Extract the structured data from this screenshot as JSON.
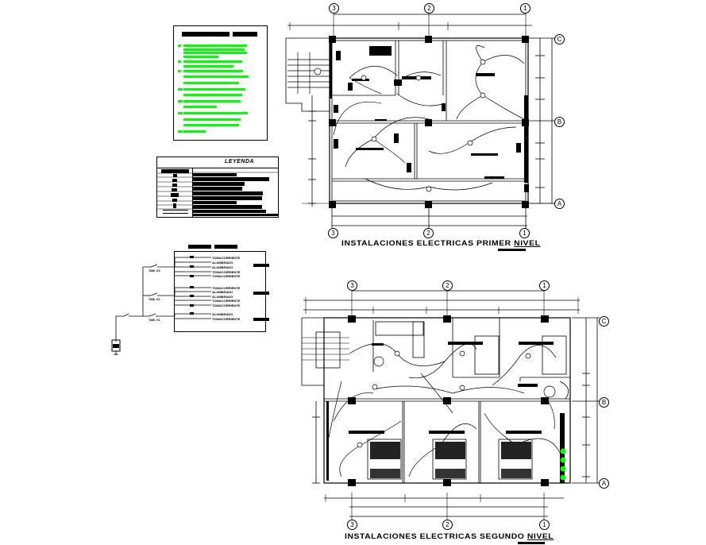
{
  "drawing": {
    "background": "#ffffff",
    "line_color": "#000000",
    "accent_green": "#00ff00"
  },
  "notes_panel": {
    "header_blocks": 2,
    "note_markers": [
      "",
      "",
      "",
      "4.",
      "5.",
      "6.",
      "7."
    ],
    "line_count": 18
  },
  "legend": {
    "title": "LEYENDA",
    "rows": 10
  },
  "diagram": {
    "header_blocks": 2,
    "circuits": [
      {
        "label": "TAB. 03",
        "outputs": [
          "TOMACORRIENTE",
          "ALUMBRADO",
          "ALUMBRADO",
          "TOMACORRIENTE",
          "TOMACORRIENTE"
        ]
      },
      {
        "label": "TAB. 02",
        "outputs": [
          "TOMACORRIENTE",
          "ALUMBRADO",
          "ALUMBRADO",
          "TOMACORRIENTE",
          "TOMACORRIENTE"
        ]
      },
      {
        "label": "TAB. 01",
        "outputs": [
          "ALUMBRADO",
          "TOMACORRIENTE"
        ]
      }
    ]
  },
  "plans": [
    {
      "id": "primer-nivel",
      "title_main": "INSTALACIONES ELECTRICAS  PRIMER ",
      "title_underlined": "NIVEL",
      "axes_x": [
        "3",
        "2",
        "1"
      ],
      "axes_y": [
        "C",
        "B",
        "A"
      ]
    },
    {
      "id": "segundo-nivel",
      "title_main": "INSTALACIONES ELECTRICAS  SEGUNDO ",
      "title_underlined": "NIVEL",
      "axes_x": [
        "3",
        "2",
        "1"
      ],
      "axes_y": [
        "C",
        "B",
        "A"
      ]
    }
  ]
}
